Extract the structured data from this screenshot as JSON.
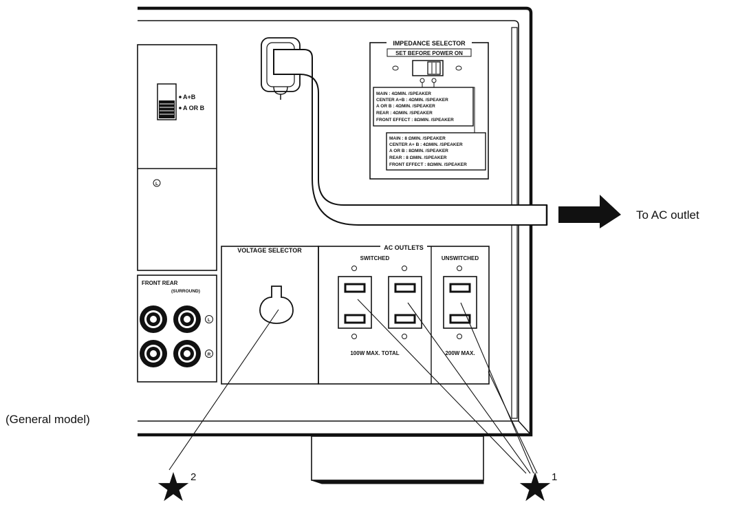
{
  "impedance": {
    "title": "IMPEDANCE SELECTOR",
    "subtitle": "SET BEFORE POWER ON",
    "upper_rows": [
      "MAIN          : 4ΩMIN. /SPEAKER",
      "CENTER   A+B : 4ΩMIN. /SPEAKER",
      "           A OR B : 4ΩMIN. /SPEAKER",
      "REAR          : 4ΩMIN. /SPEAKER",
      "FRONT  EFFECT : 8ΩMIN. /SPEAKER"
    ],
    "lower_rows": [
      "MAIN          : 8 ΩMIN. /SPEAKER",
      "CENTER   A+ B : 4ΩMIN. /SPEAKER",
      "           A OR B : 8ΩMIN. /SPEAKER",
      "REAR          : 8 ΩMIN. /SPEAKER",
      "FRONT  EFFECT : 8ΩMIN. /SPEAKER"
    ]
  },
  "speaker_switch": {
    "a_plus_b": "A+B",
    "a_or_b": "A OR B"
  },
  "channel_l": "L",
  "channel_r": "R",
  "front_rear": {
    "label": "FRONT REAR",
    "sublabel": "(SURROUND)"
  },
  "voltage_selector": {
    "label": "VOLTAGE SELECTOR"
  },
  "ac_outlets": {
    "label": "AC OUTLETS",
    "switched": "SWITCHED",
    "unswitched": "UNSWITCHED",
    "switched_max": "100W MAX. TOTAL",
    "unswitched_max": "200W MAX."
  },
  "ac_outlet_arrow_label": "To AC outlet",
  "model_label": "(General model)",
  "callouts": {
    "star": "★",
    "one": "1",
    "two": "2"
  }
}
